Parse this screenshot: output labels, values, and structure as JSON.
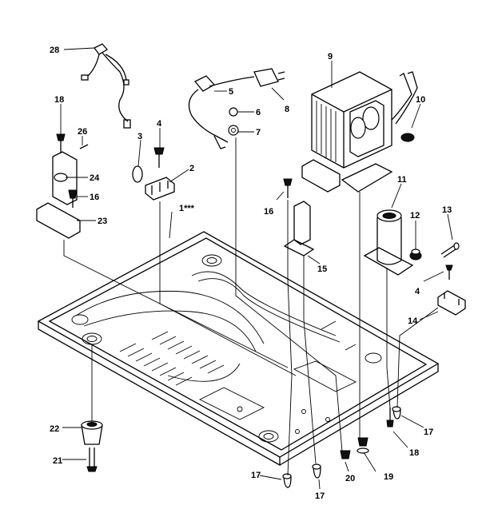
{
  "diagram": {
    "callouts": {
      "c28": "28",
      "c18a": "18",
      "c26": "26",
      "c4a": "4",
      "c3": "3",
      "c2": "2",
      "c24": "24",
      "c16a": "16",
      "c23": "23",
      "c5": "5",
      "c6": "6",
      "c7": "7",
      "c8": "8",
      "c9": "9",
      "c10": "10",
      "c11": "11",
      "c12": "12",
      "c13": "13",
      "c16b": "16",
      "c15": "15",
      "c4b": "4",
      "c14": "14",
      "c1": "1***",
      "c22": "22",
      "c21": "21",
      "c17a": "17",
      "c17b": "17",
      "c17c": "17",
      "c18b": "18",
      "c19": "19",
      "c20": "20"
    }
  }
}
